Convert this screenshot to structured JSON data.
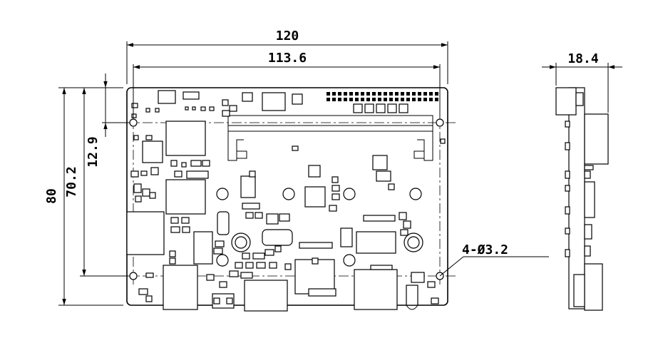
{
  "dimensions": {
    "overall_width": "120",
    "hole_spacing_x": "113.6",
    "overall_height": "80",
    "hole_spacing_y": "70.2",
    "hole_offset_y": "12.9",
    "side_thickness": "18.4",
    "hole_callout": "4-Ø3.2"
  }
}
